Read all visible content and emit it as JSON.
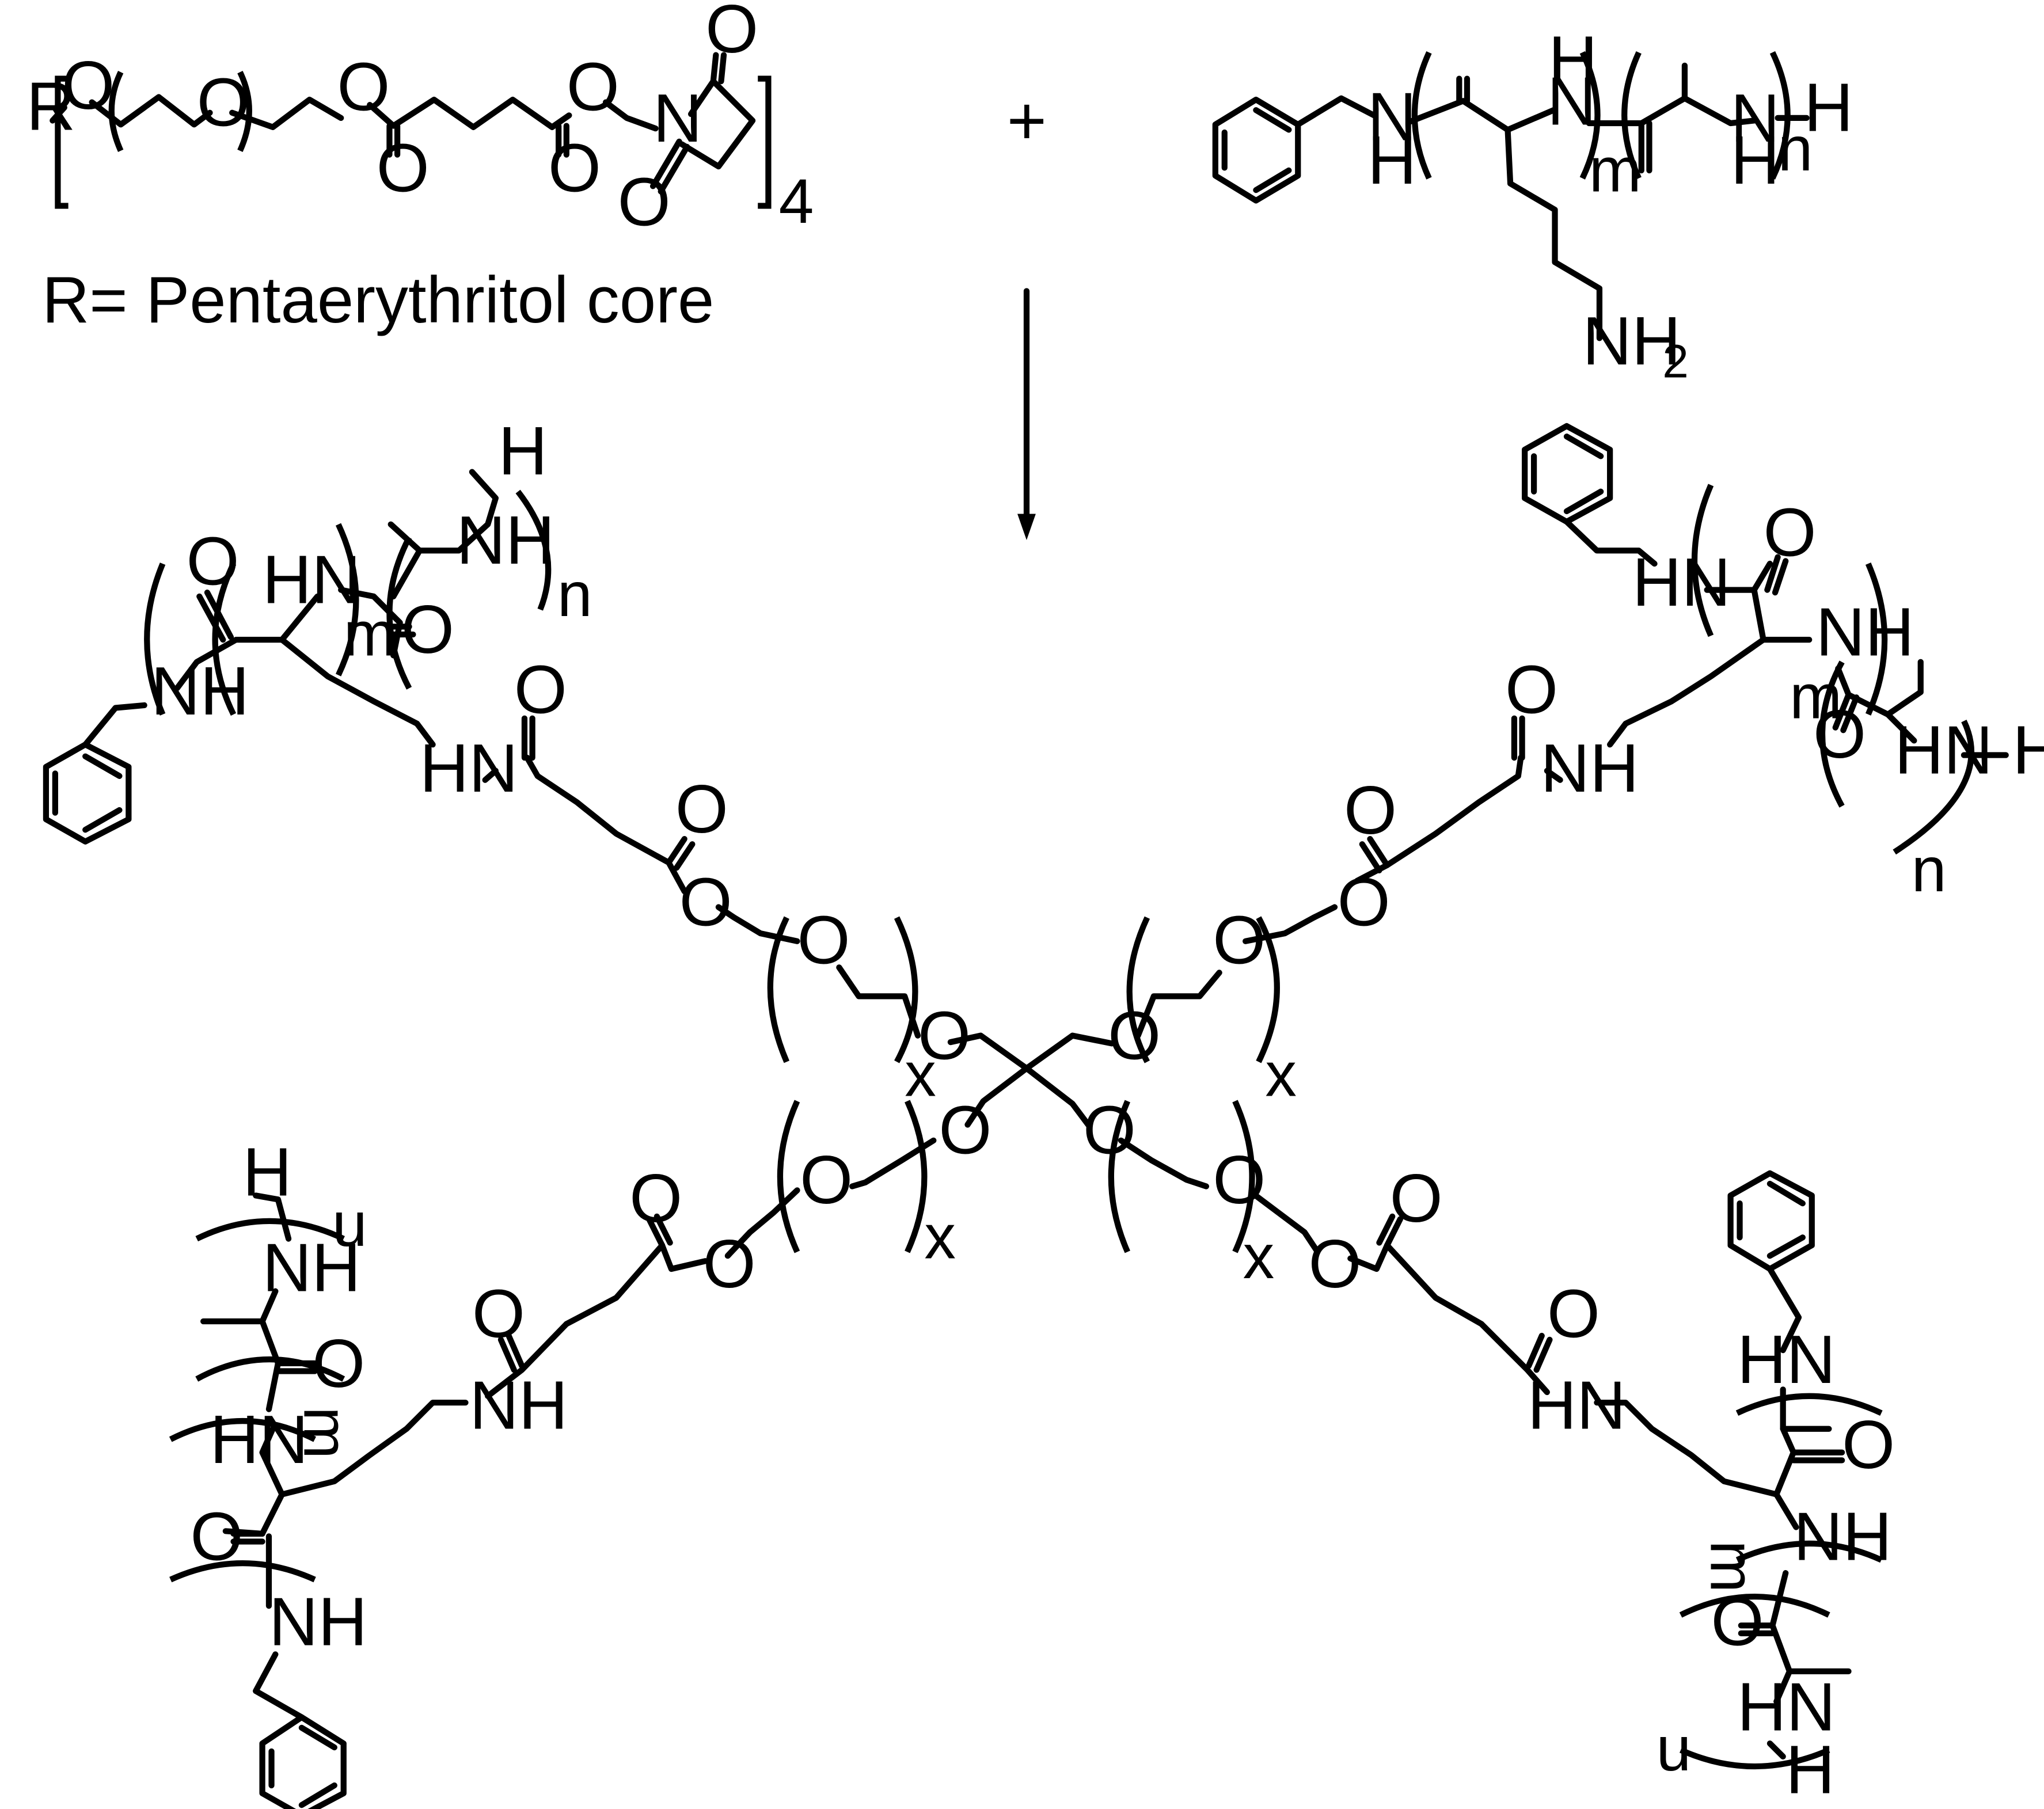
{
  "scheme": {
    "reagent_1": {
      "r_label": "R",
      "repeat_count": "4",
      "atoms": {
        "o": "O",
        "n": "N"
      }
    },
    "plus_sign": "+",
    "reagent_2": {
      "nh": "N",
      "h": "H",
      "m": "m",
      "n": "n",
      "nh2": "NH",
      "sub2": "2"
    },
    "note": "R= Pentaerythritol core",
    "product": {
      "x": "x",
      "m": "m",
      "n": "n",
      "nh": "NH",
      "hn": "HN",
      "o": "O",
      "h": "H"
    }
  }
}
